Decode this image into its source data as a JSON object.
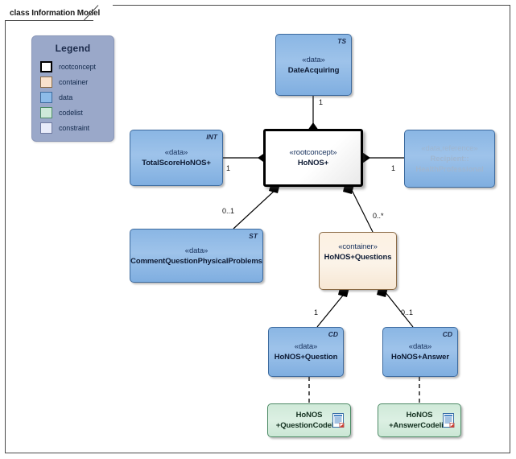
{
  "diagram": {
    "title": "class Information Model",
    "title_prefix": "class",
    "title_name": "Information Model"
  },
  "legend": {
    "title": "Legend",
    "items": [
      {
        "key": "rootconcept",
        "label": "rootconcept",
        "color": "#ffffff"
      },
      {
        "key": "container",
        "label": "container",
        "color": "#f9e2cd"
      },
      {
        "key": "data",
        "label": "data",
        "color": "#8dbbe8"
      },
      {
        "key": "codelist",
        "label": "codelist",
        "color": "#cde9d9"
      },
      {
        "key": "constraint",
        "label": "constraint",
        "color": "#e8ecfa"
      }
    ]
  },
  "nodes": {
    "date_acquiring": {
      "stereotype": "«data»",
      "name": "DateAcquiring",
      "corner": "TS",
      "kind": "data"
    },
    "honos_root": {
      "stereotype": "«rootconcept»",
      "name": "HoNOS+",
      "corner": "",
      "kind": "rootconcept"
    },
    "total_score": {
      "stereotype": "«data»",
      "name": "TotalScoreHoNOS+",
      "corner": "INT",
      "kind": "data"
    },
    "health_prof": {
      "stereotype": "«data,reference»",
      "name": "Recipient::",
      "name2": "HealthProfessional",
      "corner": "",
      "kind": "data-reference"
    },
    "comment_question": {
      "stereotype": "«data»",
      "name": "CommentQuestionPhysicalProblems",
      "corner": "ST",
      "kind": "data"
    },
    "honos_questions": {
      "stereotype": "«container»",
      "name": "HoNOS+Questions",
      "corner": "",
      "kind": "container"
    },
    "honos_question": {
      "stereotype": "«data»",
      "name": "HoNOS+Question",
      "corner": "CD",
      "kind": "data"
    },
    "honos_answer": {
      "stereotype": "«data»",
      "name": "HoNOS+Answer",
      "corner": "CD",
      "kind": "data"
    },
    "question_codelist": {
      "name": "HoNOS",
      "name2": "+QuestionCodelist",
      "kind": "codelist",
      "icon": "document-icon"
    },
    "answer_codelist": {
      "name": "HoNOS",
      "name2": "+AnswerCodelist",
      "kind": "codelist",
      "icon": "document-icon"
    }
  },
  "edges": {
    "date_to_root": {
      "multiplicity": "1"
    },
    "total_to_root": {
      "multiplicity": "1"
    },
    "root_to_healthprof": {
      "multiplicity": "1"
    },
    "root_to_comment": {
      "multiplicity": "0..1"
    },
    "root_to_questions": {
      "multiplicity": "0..*"
    },
    "questions_to_question": {
      "multiplicity": "1"
    },
    "questions_to_answer": {
      "multiplicity": "0..1"
    }
  },
  "colors": {
    "data_fill": "#8dbbe8",
    "container_fill": "#f9e2cd",
    "codelist_fill": "#cde9d9",
    "rootconcept_fill": "#ffffff",
    "constraint_fill": "#e8ecfa",
    "legend_bg": "#9aa8c9",
    "frame_border": "#4a4a4a"
  }
}
